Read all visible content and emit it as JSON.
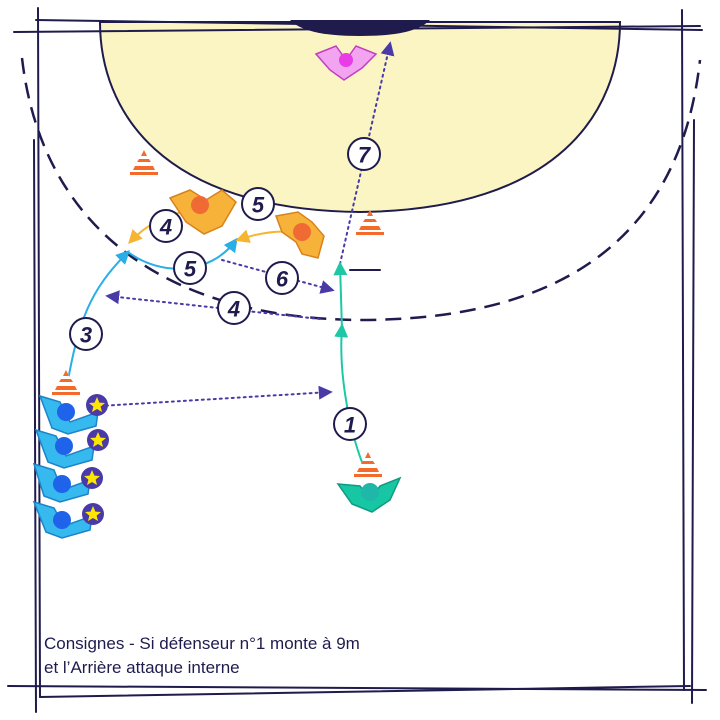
{
  "caption": {
    "line1": "Consignes - Si défenseur n°1 monte à 9m",
    "line2": "et l’Arrière attaque interne"
  },
  "steps": [
    "1",
    "3",
    "4",
    "5",
    "5",
    "6",
    "4",
    "7"
  ],
  "colors": {
    "court_line": "#1f1b4d",
    "goal_area": "#fbf5c4",
    "attacker_blue": "#1e63e9",
    "attacker_shape": "#35b9ef",
    "pivot_teal": "#1fb7a8",
    "pivot_shape": "#17c7a4",
    "defender_orange": "#f06a34",
    "defender_shape": "#f7b23a",
    "goalkeeper_pink": "#e93be6",
    "goalkeeper_shape": "#f3a4f0",
    "pass_arrow": "#4a3aa8",
    "run_arrow_teal": "#1ec8a5",
    "run_arrow_cyan": "#29aee6",
    "defender_arrow": "#f6b530",
    "cone": "#f46a2b",
    "star": "#ffe600"
  },
  "icons": [
    "goal-icon",
    "cone-icon",
    "star-icon",
    "attacker-icon",
    "defender-icon",
    "goalkeeper-icon",
    "pivot-icon"
  ]
}
